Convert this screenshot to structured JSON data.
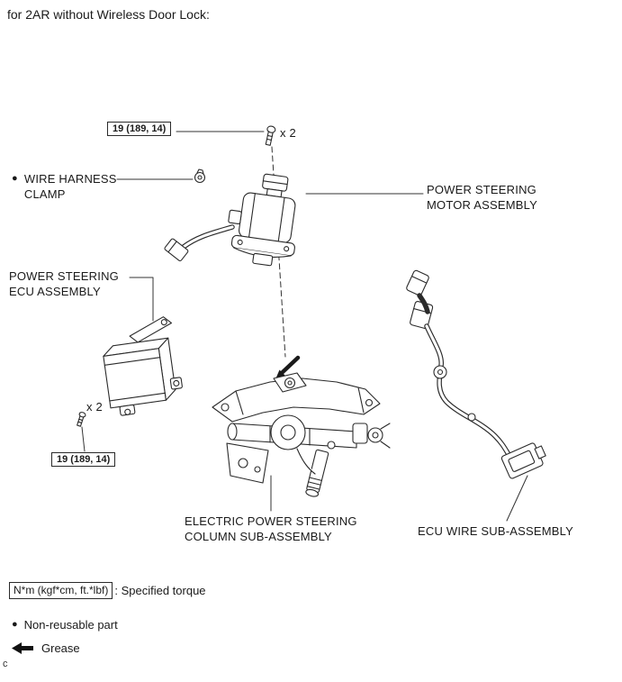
{
  "title": "for 2AR without Wireless Door Lock:",
  "callouts": {
    "torque_top": "19 (189, 14)",
    "torque_top_qty": "x 2",
    "torque_bottom": "19 (189, 14)",
    "torque_bottom_qty": "x 2",
    "wire_harness_clamp": {
      "line1": "WIRE HARNESS",
      "line2": "CLAMP"
    },
    "motor": {
      "line1": "POWER STEERING",
      "line2": "MOTOR ASSEMBLY"
    },
    "ecu": {
      "line1": "POWER STEERING",
      "line2": "ECU ASSEMBLY"
    },
    "column": {
      "line1": "ELECTRIC POWER STEERING",
      "line2": "COLUMN SUB-ASSEMBLY"
    },
    "ecu_wire": "ECU WIRE SUB-ASSEMBLY"
  },
  "legend": {
    "torque_unit": "N*m (kgf*cm, ft.*lbf)",
    "torque_desc": ": Specified torque",
    "non_reusable": "Non-reusable part",
    "grease": "Grease"
  },
  "icons": {
    "non_reusable_dot": "●"
  },
  "page_marker": "c",
  "colors": {
    "line": "#1f1f1f",
    "background": "#ffffff"
  }
}
